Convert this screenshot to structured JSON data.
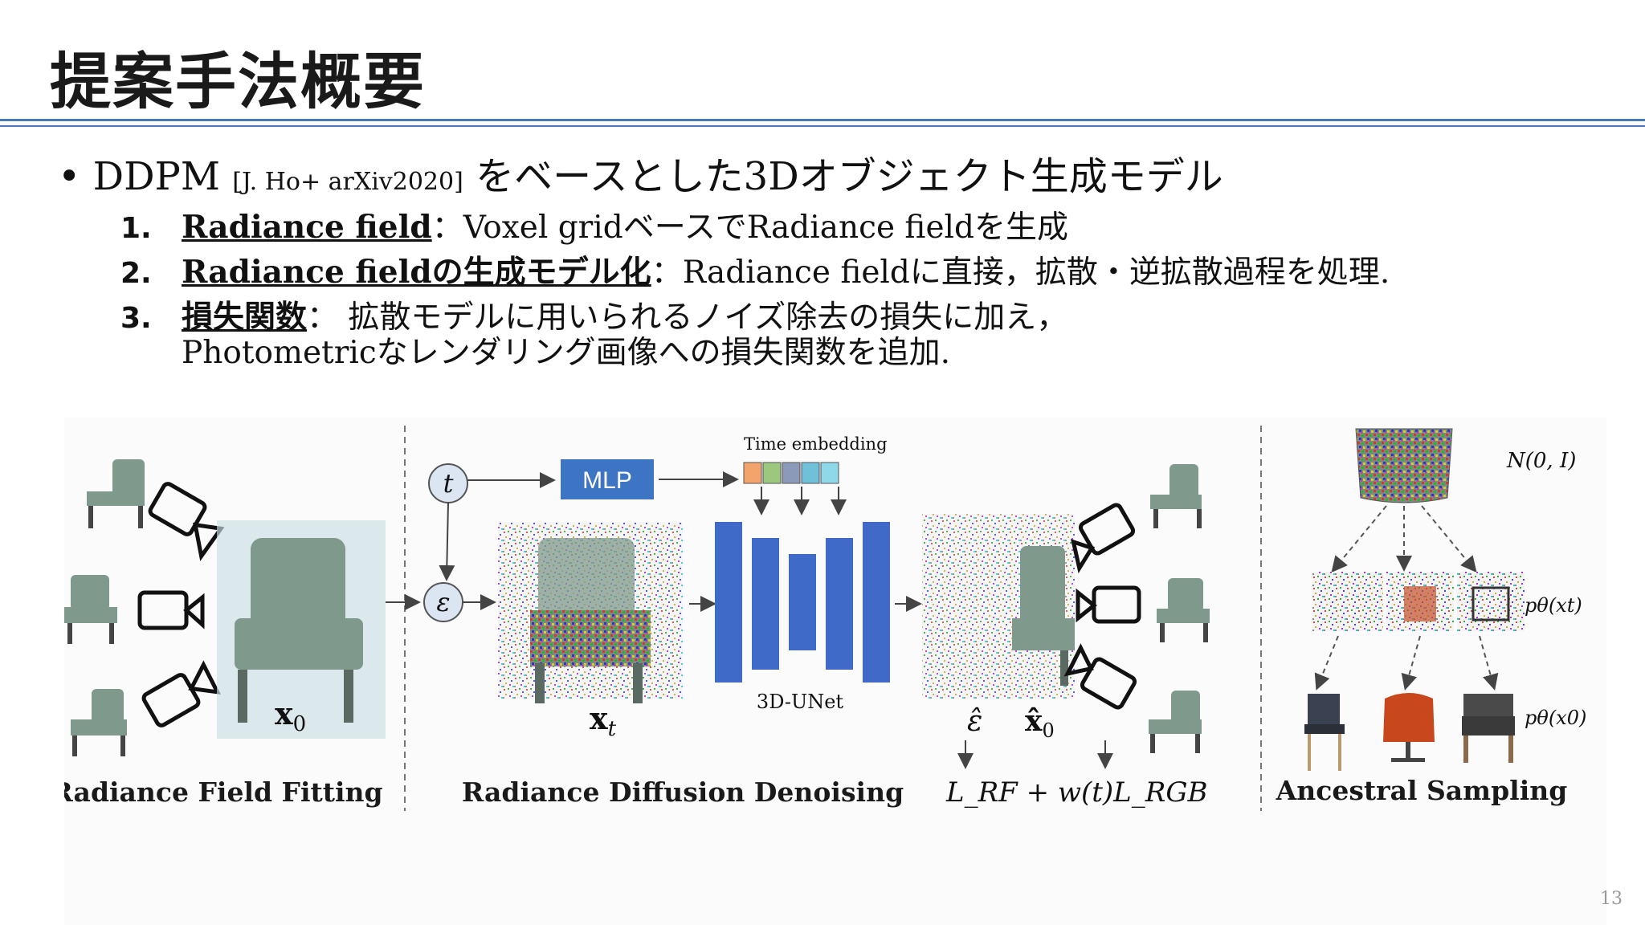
{
  "slide": {
    "title": "提案手法概要",
    "page_number": "13"
  },
  "bullet": {
    "mark": "•",
    "pre": "DDPM ",
    "cite": "[J. Ho+ arXiv2020]",
    "post": " をベースとした3Dオブジェクト生成モデル"
  },
  "items": [
    {
      "num": "1.",
      "term": "Radiance field",
      "text": "：Voxel gridベースでRadiance fieldを生成"
    },
    {
      "num": "2.",
      "term": "Radiance fieldの生成モデル化",
      "text": "：Radiance fieldに直接，拡散・逆拡散過程を処理."
    },
    {
      "num": "3.",
      "term": "損失関数",
      "text": "：  拡散モデルに用いられるノイズ除去の損失に加え，",
      "cont": "Photometricなレンダリング画像への損失関数を追加."
    }
  ],
  "figure": {
    "sections": [
      {
        "caption": "Radiance Field Fitting"
      },
      {
        "caption": "Radiance Diffusion Denoising"
      },
      {
        "caption": "Ancestral Sampling"
      }
    ],
    "labels": {
      "x0": "x",
      "x0_sub": "0",
      "xt": "x",
      "xt_sub": "t",
      "t_node": "t",
      "eps_node": "ε",
      "mlp": "MLP",
      "time_embedding": "Time embedding",
      "unet": "3D-UNet",
      "eps_hat": "ε̂",
      "x0_hat": "x̂",
      "x0_hat_sub": "0",
      "loss": "L_RF + w(t)L_RGB",
      "noise_dist": "N(0, I)",
      "p_xt": "pθ(xt)",
      "p_x0": "pθ(x0)"
    },
    "embedding_colors": [
      "#f2a46c",
      "#9cc77f",
      "#8a9ab8",
      "#6fc0d8",
      "#8fd8ea"
    ],
    "chair_color": "#7f9a8c",
    "unet_color": "#3f6ac8",
    "mlp_color": "#3d74c4"
  }
}
